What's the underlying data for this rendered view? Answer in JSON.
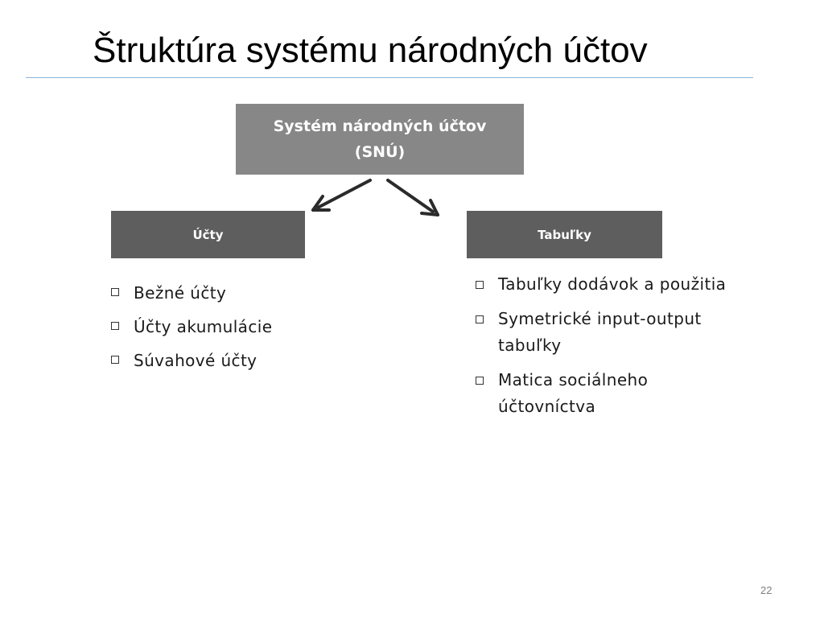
{
  "slide": {
    "title": "Štruktúra systému národných účtov",
    "page_number": "22"
  },
  "diagram": {
    "root": {
      "line1": "Systém národných účtov",
      "line2": "(SNÚ)"
    },
    "left": {
      "label": "Účty",
      "items": [
        "Bežné účty",
        "Účty akumulácie",
        "Súvahové účty"
      ]
    },
    "right": {
      "label": "Tabuľky",
      "items": [
        "Tabuľky dodávok a použitia",
        "Symetrické input-output tabuľky",
        "Matica sociálneho účtovníctva"
      ]
    }
  }
}
